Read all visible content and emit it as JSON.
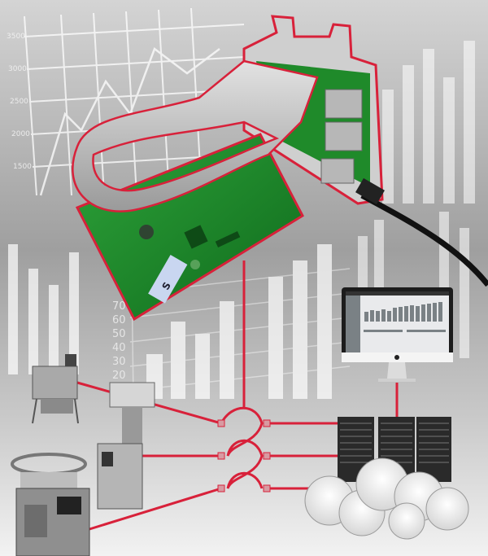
{
  "background": {
    "upper_chart_ticks": [
      "3500",
      "3000",
      "2500",
      "2000",
      "1500"
    ],
    "lower_chart_ticks": [
      "70",
      "60",
      "50",
      "40",
      "30",
      "20"
    ]
  },
  "colors": {
    "connection_line": "#d8213a",
    "pcb": "#1f8a2a",
    "background": "#b9b9b9",
    "ribbon_cable": "#c9c9c9"
  },
  "board_label": "S",
  "icons": [
    "pcb-board-icon",
    "raspberry-pi-icon",
    "ribbon-cable-icon",
    "usb-cable-icon",
    "monitor-icon",
    "server-rack-icon",
    "cloud-icon",
    "production-machine-icon"
  ]
}
